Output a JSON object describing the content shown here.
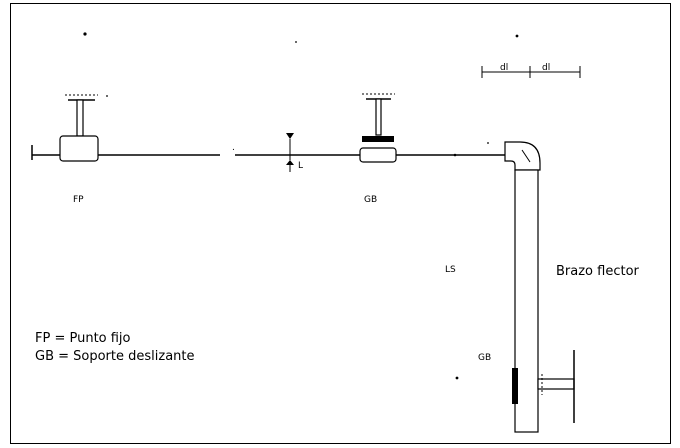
{
  "labels": {
    "fixed_point_tag": "FP",
    "sliding_support_tag": "GB",
    "sliding_support_lower_tag": "GB",
    "vertical_tag": "LS",
    "bending_arm": "Brazo flector",
    "dim_left": "dl",
    "dim_right": "dl",
    "gap_label": "L"
  },
  "legend": {
    "line1": "FP = Punto fijo",
    "line2": "GB = Soporte deslizante"
  },
  "colors": {
    "stroke": "#000000",
    "background": "#ffffff"
  }
}
